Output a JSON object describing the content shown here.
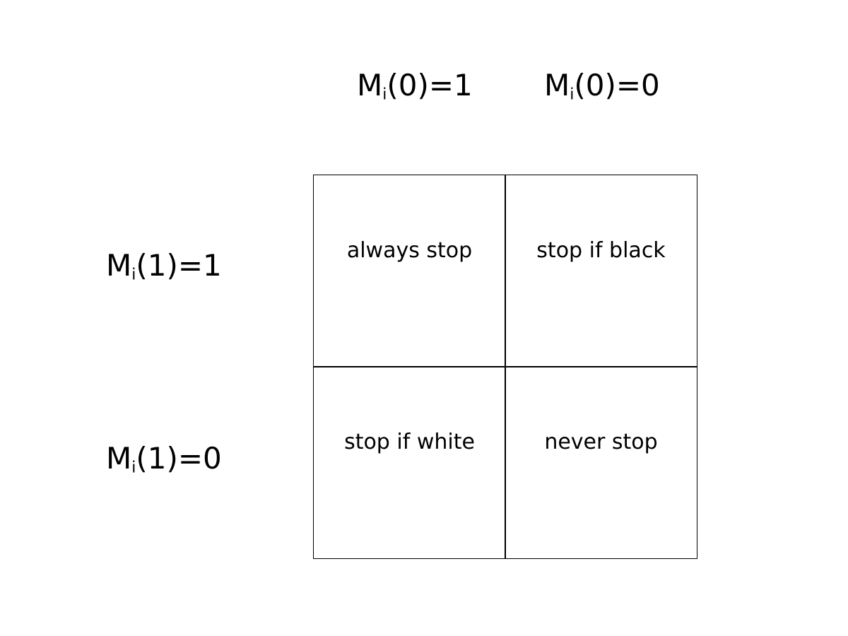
{
  "column_headers": [
    {
      "base": "M",
      "sub": "i",
      "rest": "(0)=1"
    },
    {
      "base": "M",
      "sub": "i",
      "rest": "(0)=0"
    }
  ],
  "row_headers": [
    {
      "base": "M",
      "sub": "i",
      "rest": "(1)=1"
    },
    {
      "base": "M",
      "sub": "i",
      "rest": "(1)=0"
    }
  ],
  "cells": [
    [
      "always stop",
      "stop if black"
    ],
    [
      "stop if white",
      "never stop"
    ]
  ]
}
